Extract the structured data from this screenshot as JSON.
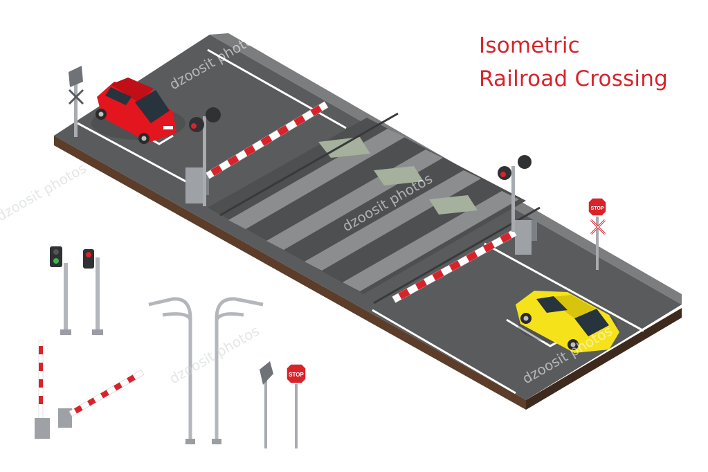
{
  "title": {
    "line1": "Isometric",
    "line2": "Railroad Crossing"
  },
  "signs": {
    "stop_text": "STOP"
  },
  "watermark": {
    "text": "dzoosit photos"
  },
  "colors": {
    "title": "#d8232a",
    "asphalt": "#58595b",
    "sleeper": "#8c8d8f",
    "red_car": "#e3161f",
    "yellow_car": "#f5e21b",
    "barrier_red": "#d9232b"
  }
}
